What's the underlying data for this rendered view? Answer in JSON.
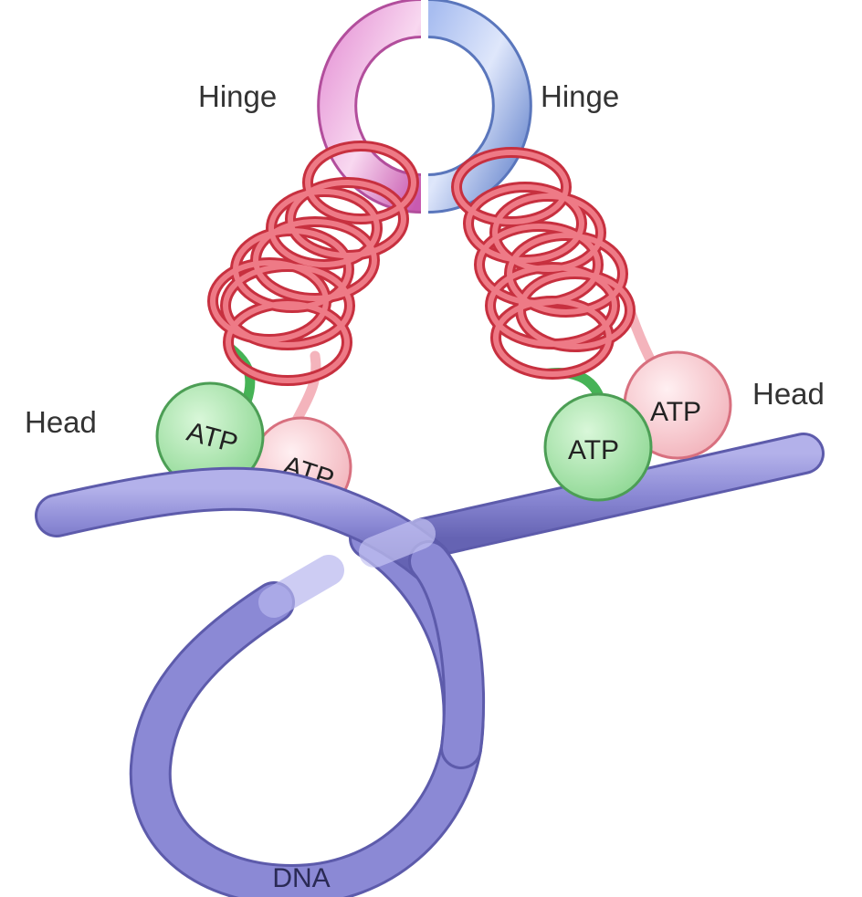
{
  "labels": {
    "hinge_left": "Hinge",
    "hinge_right": "Hinge",
    "head_left": "Head",
    "head_right": "Head",
    "atp_left_green": "ATP",
    "atp_left_pink": "ATP",
    "atp_right_green": "ATP",
    "atp_right_pink": "ATP",
    "dna": "DNA"
  },
  "colors": {
    "hinge_pink": "#d96fc0",
    "hinge_blue": "#7d9ad8",
    "coil_red": "#e2495a",
    "head_green": "#9fe0a0",
    "head_pink": "#f6c2c8",
    "linker_green": "#46b356",
    "dna_purple": "#8583cf"
  }
}
